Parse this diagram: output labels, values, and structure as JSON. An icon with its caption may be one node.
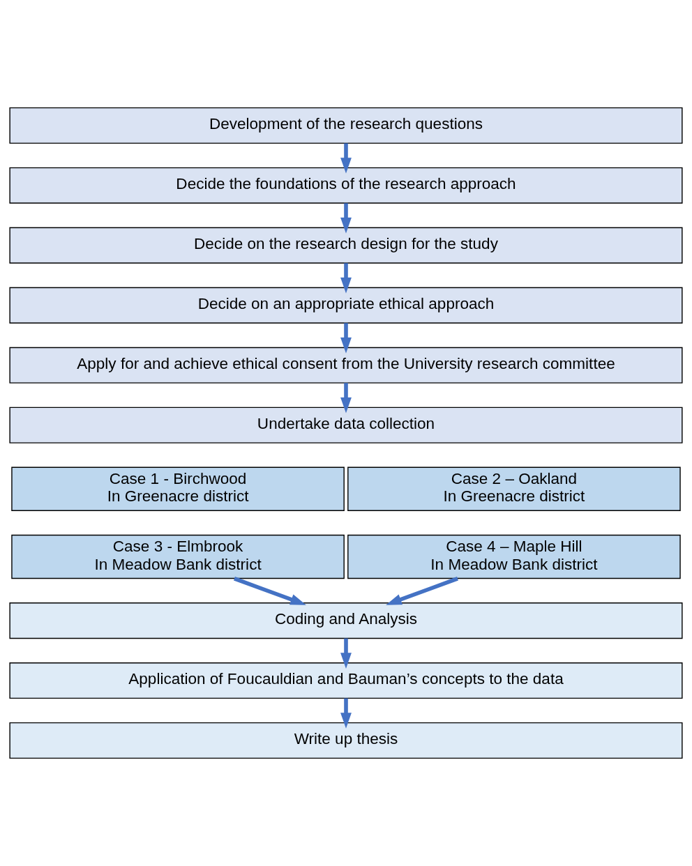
{
  "diagram": {
    "nodes": [
      {
        "text": [
          "Development of the research questions"
        ]
      },
      {
        "text": [
          "Decide the foundations of the research approach"
        ]
      },
      {
        "text": [
          "Decide on the research design for the study"
        ]
      },
      {
        "text": [
          "Decide on an appropriate ethical approach"
        ]
      },
      {
        "text": [
          "Apply for and achieve ethical consent from the University research committee"
        ]
      },
      {
        "text": [
          "Undertake data collection"
        ]
      },
      {
        "text": [
          "Case 1 - Birchwood",
          "In Greenacre district"
        ]
      },
      {
        "text": [
          "Case 2 – Oakland",
          "In Greenacre district"
        ]
      },
      {
        "text": [
          "Case 3 - Elmbrook",
          "In Meadow Bank district"
        ]
      },
      {
        "text": [
          "Case 4 – Maple Hill",
          "In Meadow Bank district"
        ]
      },
      {
        "text": [
          "Coding and Analysis"
        ]
      },
      {
        "text": [
          "Application of Foucauldian and Bauman’s concepts to the data"
        ]
      },
      {
        "text": [
          "Write up thesis"
        ]
      }
    ],
    "edges": [
      {
        "from": 0,
        "to": 1,
        "arrow": "to"
      },
      {
        "from": 1,
        "to": 2,
        "arrow": "to"
      },
      {
        "from": 2,
        "to": 3,
        "arrow": "to"
      },
      {
        "from": 3,
        "to": 4,
        "arrow": "to"
      },
      {
        "from": 4,
        "to": 5,
        "arrow": "to"
      },
      {
        "from": 8,
        "to": 10,
        "arrow": "to"
      },
      {
        "from": 9,
        "to": 10,
        "arrow": "to"
      },
      {
        "from": 10,
        "to": 11,
        "arrow": "to"
      },
      {
        "from": 11,
        "to": 12,
        "arrow": "to"
      }
    ]
  }
}
